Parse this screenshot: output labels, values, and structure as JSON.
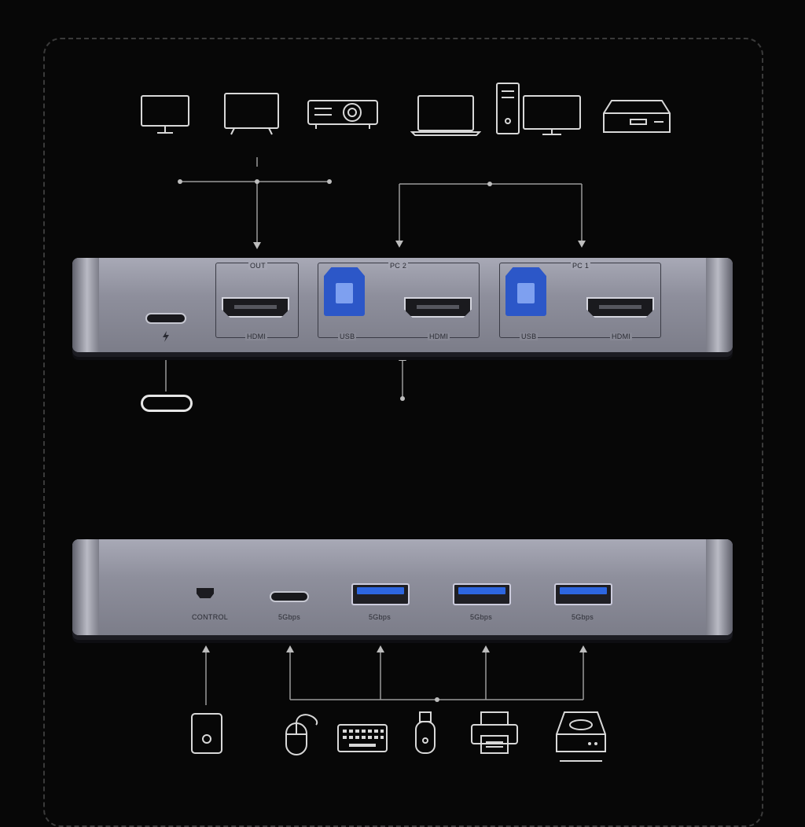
{
  "top_panel": {
    "out_label": "OUT",
    "pc2_label": "PC 2",
    "pc1_label": "PC 1",
    "hdmi_label": "HDMI",
    "usb_label": "USB"
  },
  "bottom_panel": {
    "control_label": "CONTROL",
    "speed_label": "5Gbps"
  },
  "icons": {
    "top": [
      "monitor-icon",
      "tv-icon",
      "projector-icon",
      "laptop-icon",
      "desktop-pc-icon",
      "set-top-box-icon"
    ],
    "power": "usb-c-connector-icon",
    "bottom": [
      "remote-control-icon",
      "mouse-icon",
      "keyboard-icon",
      "usb-drive-icon",
      "printer-icon",
      "hard-drive-icon"
    ]
  },
  "colors": {
    "usb_blue": "#2c57c8",
    "panel": "#9a9ba8",
    "line": "#9a9a9a"
  }
}
